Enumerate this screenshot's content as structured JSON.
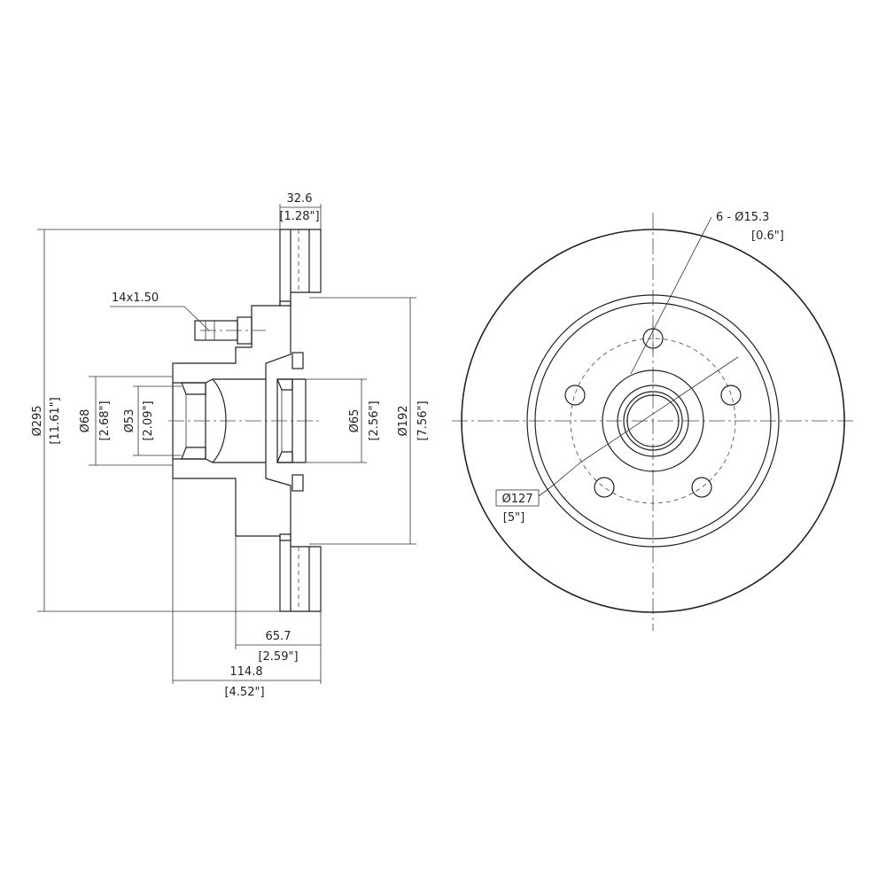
{
  "dimensions": {
    "width_top": {
      "mm": "32.6",
      "in": "[1.28\"]"
    },
    "thread": "14x1.50",
    "outer_dia": {
      "mm": "Ø295",
      "in": "[11.61\"]"
    },
    "bore_68": {
      "mm": "Ø68",
      "in": "[2.68\"]"
    },
    "bore_53": {
      "mm": "Ø53",
      "in": "[2.09\"]"
    },
    "bore_65": {
      "mm": "Ø65",
      "in": "[2.56\"]"
    },
    "hat_dia": {
      "mm": "Ø192",
      "in": "[7.56\"]"
    },
    "hub_height": {
      "mm": "65.7",
      "in": "[2.59\"]"
    },
    "overall_height": {
      "mm": "114.8",
      "in": "[4.52\"]"
    },
    "bolt_holes": {
      "mm": "6 - Ø15.3",
      "in": "[0.6\"]"
    },
    "bolt_circle": {
      "mm": "Ø127",
      "in": "[5\"]"
    }
  }
}
